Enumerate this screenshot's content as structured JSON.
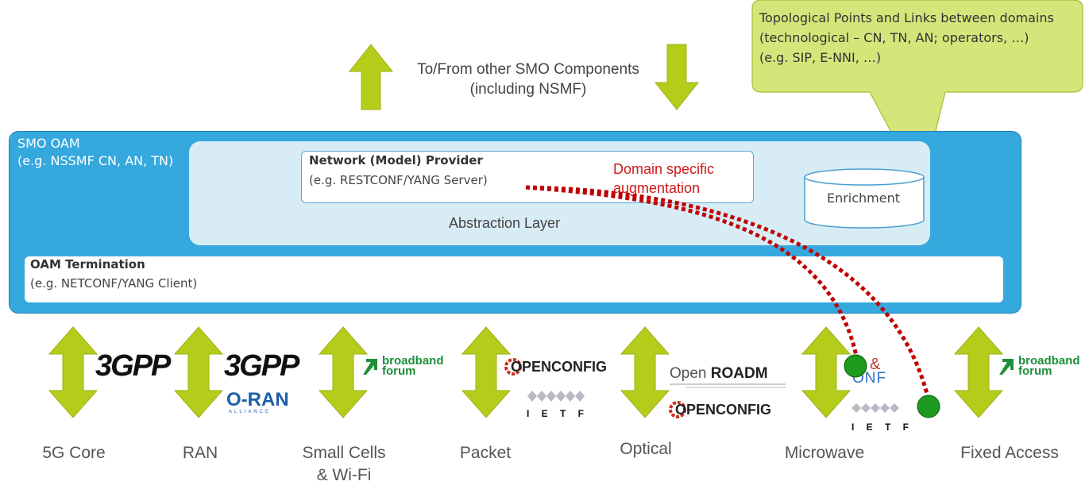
{
  "callout": {
    "lines": [
      "Topological Points and Links between domains",
      "(technological – CN, TN, AN; operators, …)",
      "(e.g. SIP, E-NNI, …)"
    ]
  },
  "top_label": {
    "line1": "To/From other SMO Components",
    "line2": "(including NSMF)"
  },
  "smo": {
    "title_line1": "SMO OAM",
    "title_line2": "(e.g. NSSMF CN, AN, TN)"
  },
  "abstraction_layer": "Abstraction Layer",
  "provider": {
    "title": "Network (Model) Provider",
    "subtitle": "(e.g. RESTCONF/YANG Server)"
  },
  "augmentation": {
    "line1": "Domain specific",
    "line2": "augmentation"
  },
  "enrichment": "Enrichment",
  "oam_termination": {
    "title": "OAM Termination",
    "subtitle": "(e.g. NETCONF/YANG Client)"
  },
  "domains": [
    {
      "label": "5G Core",
      "label2": ""
    },
    {
      "label": "RAN",
      "label2": ""
    },
    {
      "label": "Small Cells",
      "label2": "& Wi-Fi"
    },
    {
      "label": "Packet",
      "label2": ""
    },
    {
      "label": "Optical",
      "label2": ""
    },
    {
      "label": "Microwave",
      "label2": ""
    },
    {
      "label": "Fixed Access",
      "label2": ""
    }
  ],
  "logos": {
    "threegpp": "3GPP",
    "oran": "O-RAN",
    "oran_sub": "ALLIANCE",
    "bbf_line1": "broadband",
    "bbf_line2": "forum",
    "openconfig": "OPENCONFIG",
    "ietf": "I E T F",
    "open_roadm_a": "Open",
    "open_roadm_b": "ROADM",
    "onf_amp": "&",
    "onf": "ONF"
  },
  "colors": {
    "arrow": "#b5cc1a",
    "smo_blue": "#35a8de",
    "callout_fill": "#d4e57a",
    "augmentation_red": "#c00000",
    "endpoint_green": "#1e9a1e"
  }
}
